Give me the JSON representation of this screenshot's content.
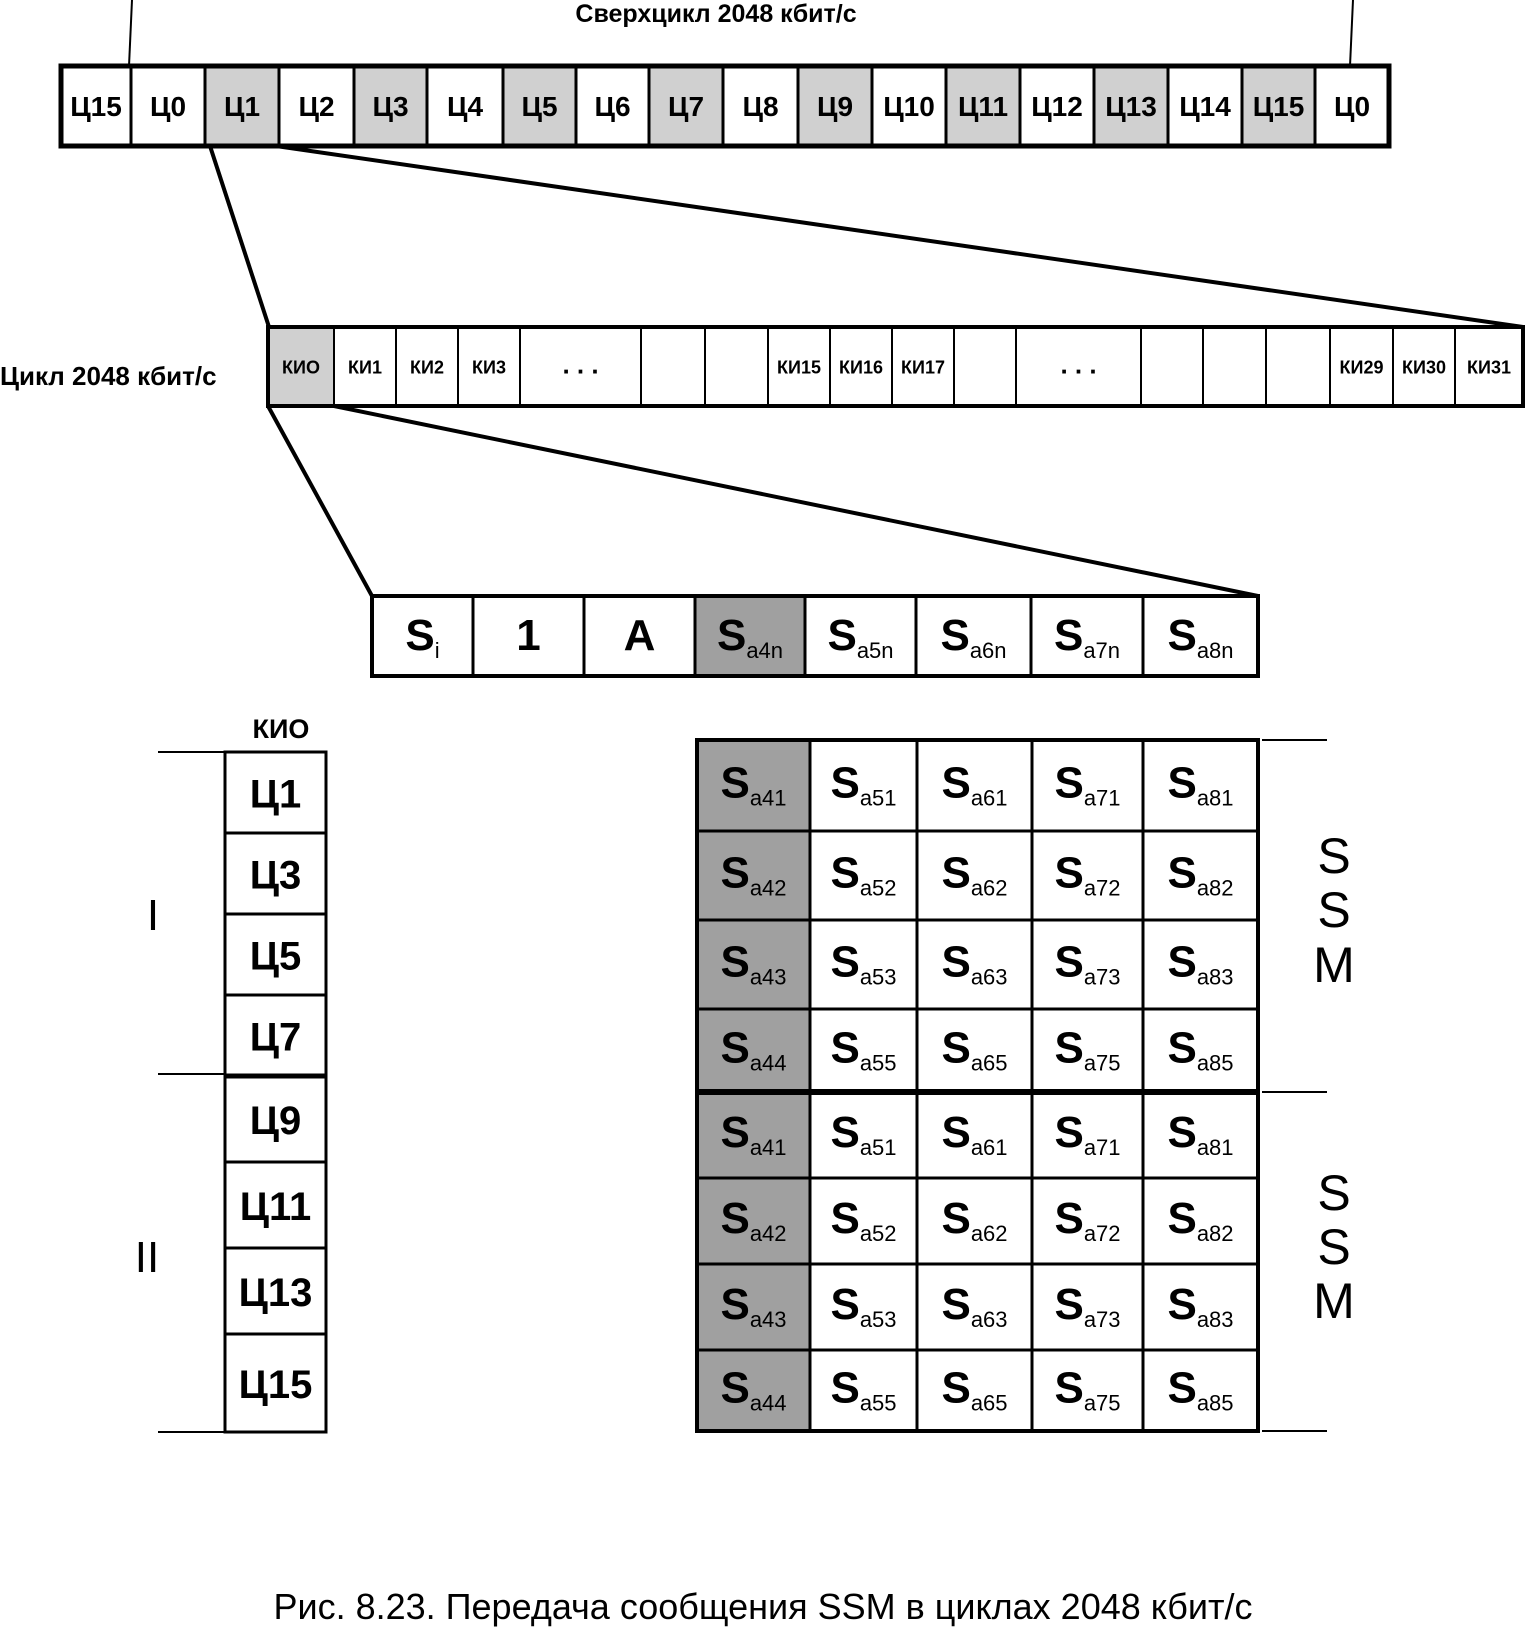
{
  "superframe": {
    "title": "Сверхцикл 2048 кбит/с",
    "cells": [
      {
        "label": "Ц15",
        "shaded": false
      },
      {
        "label": "Ц0",
        "shaded": false
      },
      {
        "label": "Ц1",
        "shaded": true
      },
      {
        "label": "Ц2",
        "shaded": false
      },
      {
        "label": "Ц3",
        "shaded": true
      },
      {
        "label": "Ц4",
        "shaded": false
      },
      {
        "label": "Ц5",
        "shaded": true
      },
      {
        "label": "Ц6",
        "shaded": false
      },
      {
        "label": "Ц7",
        "shaded": true
      },
      {
        "label": "Ц8",
        "shaded": false
      },
      {
        "label": "Ц9",
        "shaded": true
      },
      {
        "label": "Ц10",
        "shaded": false
      },
      {
        "label": "Ц11",
        "shaded": true
      },
      {
        "label": "Ц12",
        "shaded": false
      },
      {
        "label": "Ц13",
        "shaded": true
      },
      {
        "label": "Ц14",
        "shaded": false
      },
      {
        "label": "Ц15",
        "shaded": true
      },
      {
        "label": "Ц0",
        "shaded": false
      }
    ]
  },
  "frame": {
    "title": "Цикл 2048 кбит/с",
    "cells": [
      {
        "label": "КИО",
        "shaded": true
      },
      {
        "label": "КИ1",
        "shaded": false
      },
      {
        "label": "КИ2",
        "shaded": false
      },
      {
        "label": "КИ3",
        "shaded": false
      },
      {
        "label": ". . .",
        "shaded": false
      },
      {
        "label": "",
        "shaded": false
      },
      {
        "label": "",
        "shaded": false
      },
      {
        "label": "КИ15",
        "shaded": false
      },
      {
        "label": "КИ16",
        "shaded": false
      },
      {
        "label": "КИ17",
        "shaded": false
      },
      {
        "label": "",
        "shaded": false
      },
      {
        "label": ". . .",
        "shaded": false
      },
      {
        "label": "",
        "shaded": false
      },
      {
        "label": "",
        "shaded": false
      },
      {
        "label": "",
        "shaded": false
      },
      {
        "label": "КИ29",
        "shaded": false
      },
      {
        "label": "КИ30",
        "shaded": false
      },
      {
        "label": "КИ31",
        "shaded": false
      }
    ]
  },
  "timeslot_bits": [
    {
      "main": "S",
      "sub": "i",
      "shaded": false
    },
    {
      "main": "1",
      "sub": "",
      "shaded": false
    },
    {
      "main": "A",
      "sub": "",
      "shaded": false
    },
    {
      "main": "S",
      "sub": "a4n",
      "shaded": true
    },
    {
      "main": "S",
      "sub": "a5n",
      "shaded": false
    },
    {
      "main": "S",
      "sub": "a6n",
      "shaded": false
    },
    {
      "main": "S",
      "sub": "a7n",
      "shaded": false
    },
    {
      "main": "S",
      "sub": "a8n",
      "shaded": false
    }
  ],
  "kio_column": {
    "header": "КИО",
    "cells": [
      "Ц1",
      "Ц3",
      "Ц5",
      "Ц7",
      "Ц9",
      "Ц11",
      "Ц13",
      "Ц15"
    ],
    "groups": [
      "I",
      "II"
    ]
  },
  "ssm_matrix": {
    "rows": [
      [
        "a41",
        "a51",
        "a61",
        "a71",
        "a81"
      ],
      [
        "a42",
        "a52",
        "a62",
        "a72",
        "a82"
      ],
      [
        "a43",
        "a53",
        "a63",
        "a73",
        "a83"
      ],
      [
        "a44",
        "a55",
        "a65",
        "a75",
        "a85"
      ],
      [
        "a41",
        "a51",
        "a61",
        "a71",
        "a81"
      ],
      [
        "a42",
        "a52",
        "a62",
        "a72",
        "a82"
      ],
      [
        "a43",
        "a53",
        "a63",
        "a73",
        "a83"
      ],
      [
        "a44",
        "a55",
        "a65",
        "a75",
        "a85"
      ]
    ],
    "symbol": "S",
    "group_label": [
      "S",
      "S",
      "M"
    ]
  },
  "caption": "Рис. 8.23. Передача сообщения  SSM в циклах 2048 кбит/с",
  "colors": {
    "light_shade": "#d0d0d0",
    "dark_shade": "#a0a0a0",
    "line": "#000000"
  }
}
